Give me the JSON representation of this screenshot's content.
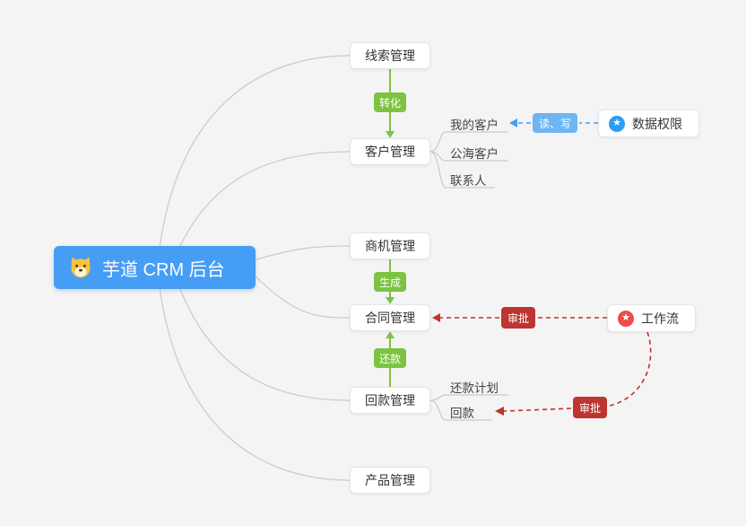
{
  "root": {
    "label": "芋道 CRM 后台"
  },
  "nodes": {
    "leads": {
      "label": "线索管理"
    },
    "customer": {
      "label": "客户管理"
    },
    "business": {
      "label": "商机管理"
    },
    "contract": {
      "label": "合同管理"
    },
    "receivable": {
      "label": "回款管理"
    },
    "product": {
      "label": "产品管理"
    },
    "data_permission": {
      "label": "数据权限"
    },
    "workflow": {
      "label": "工作流"
    }
  },
  "subnodes": {
    "my_customer": "我的客户",
    "public_customer": "公海客户",
    "contact": "联系人",
    "repayment_plan": "还款计划",
    "repayment": "回款"
  },
  "badges": {
    "convert": "转化",
    "generate": "生成",
    "repay": "还款",
    "read_write": "读、写",
    "approve_contract": "审批",
    "approve_receivable": "审批"
  },
  "colors": {
    "canvas_bg": "#f4f4f4",
    "root_bg": "#459df5",
    "node_border": "#e6e6e6",
    "connector_gray": "#c9c9c9",
    "green": "#7cc342",
    "red": "#bd3530",
    "light_blue": "#6db6f2",
    "blue_dash": "#459df5",
    "star_blue": "#2b9df4",
    "star_red": "#ee4b4b"
  }
}
